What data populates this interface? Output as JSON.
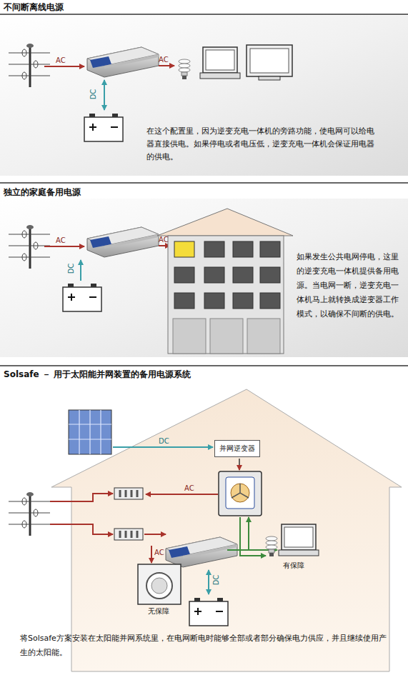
{
  "diagram": {
    "nodes": [
      {
        "text": [
          "并网逆变器"
        ]
      }
    ],
    "labels": [
      "不间断离线电源",
      "AC",
      "AC",
      "DC",
      "在这个配置里，因为逆变充电一体机的旁路功能，使电网可以给电器直接供电。如果停电或者电压低，逆变充电一体机会保证用电器的供电。",
      "独立的家庭备用电源",
      "AC",
      "AC",
      "DC",
      "如果发生公共电网停电，这里的逆变充电一体机提供备用电源。当电网一断，逆变充电一体机马上就转换成逆变器工作模式，以确保不间断的供电。",
      "Solsafe － 用于太阳能并网装置的备用电源系统",
      "DC",
      "AC",
      "AC",
      "DC",
      "有保障",
      "无保障",
      "将Solsafe方案安装在太阳能并网系统里，在电网断电时能够全部或者部分确保电力供应，并且继续使用产生的太阳能。"
    ]
  }
}
